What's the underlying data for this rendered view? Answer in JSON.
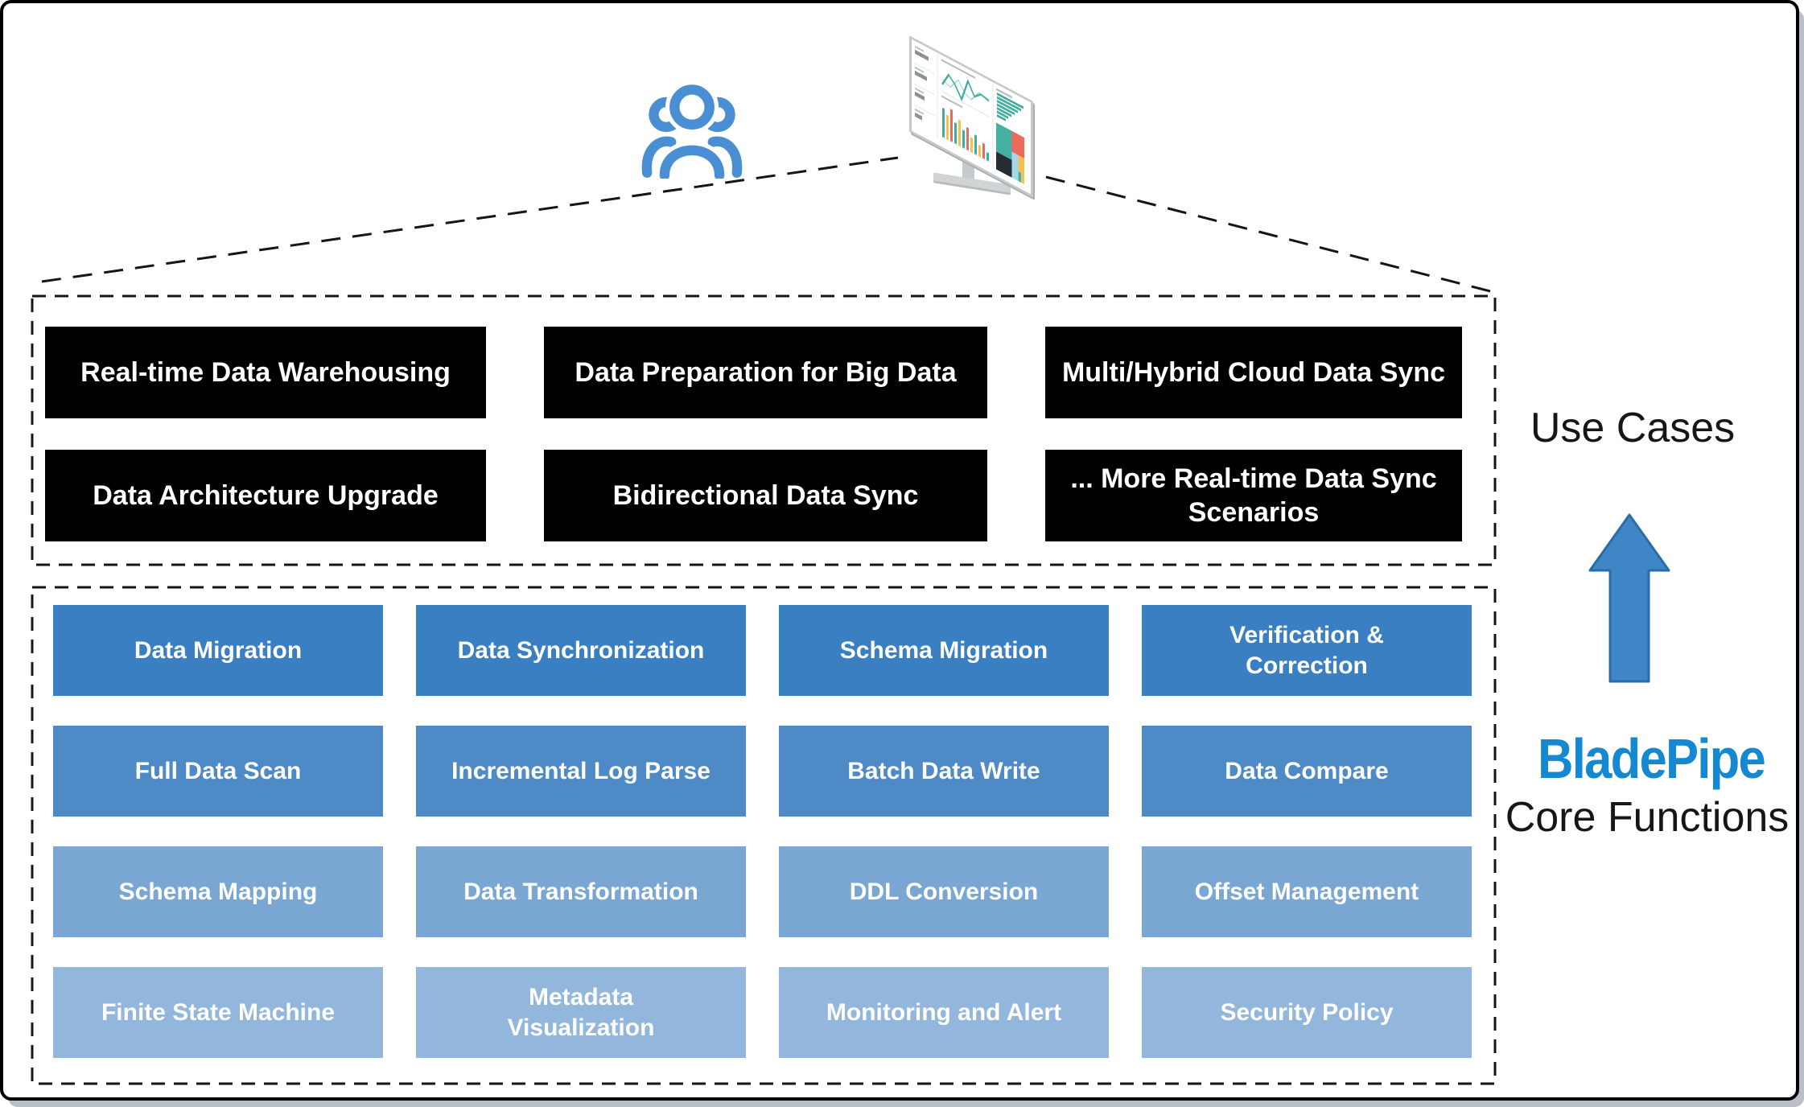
{
  "labels": {
    "use_cases": "Use Cases",
    "core_functions": "Core Functions",
    "brand": "BladePipe"
  },
  "use_cases": {
    "items": [
      "Real-time Data Warehousing",
      "Data Preparation for Big Data",
      "Multi/Hybrid Cloud Data Sync",
      "Data Architecture Upgrade",
      "Bidirectional Data Sync",
      "... More Real-time Data Sync\nScenarios"
    ]
  },
  "core_functions": {
    "rows": [
      {
        "color": "#3A7FC1",
        "items": [
          "Data Migration",
          "Data Synchronization",
          "Schema Migration",
          "Verification &\nCorrection"
        ]
      },
      {
        "color": "#4E8BC6",
        "items": [
          "Full Data Scan",
          "Incremental Log Parse",
          "Batch Data Write",
          "Data Compare"
        ]
      },
      {
        "color": "#7AA6D3",
        "items": [
          "Schema Mapping",
          "Data Transformation",
          "DDL Conversion",
          "Offset Management"
        ]
      },
      {
        "color": "#93B7DC",
        "items": [
          "Finite State Machine",
          "Metadata\nVisualization",
          "Monitoring and Alert",
          "Security Policy"
        ]
      }
    ]
  },
  "icons": {
    "people": "people-group-icon",
    "monitor": "dashboard-monitor-icon",
    "arrow": "up-arrow-icon"
  },
  "colors": {
    "use_case_bg": "#000000",
    "use_case_text": "#ffffff",
    "people_blue": "#4A8FD4",
    "arrow_fill": "#3E86C5",
    "arrow_stroke": "#2B6CA8",
    "brand_blue": "#1489D2",
    "dash_stroke": "#151515",
    "chart_teal": "#3FAE9E",
    "chart_coral": "#ED6A5A",
    "chart_yellow": "#F2C14E",
    "chart_navy": "#262C34",
    "chart_lightblue": "#A8D8E8"
  }
}
